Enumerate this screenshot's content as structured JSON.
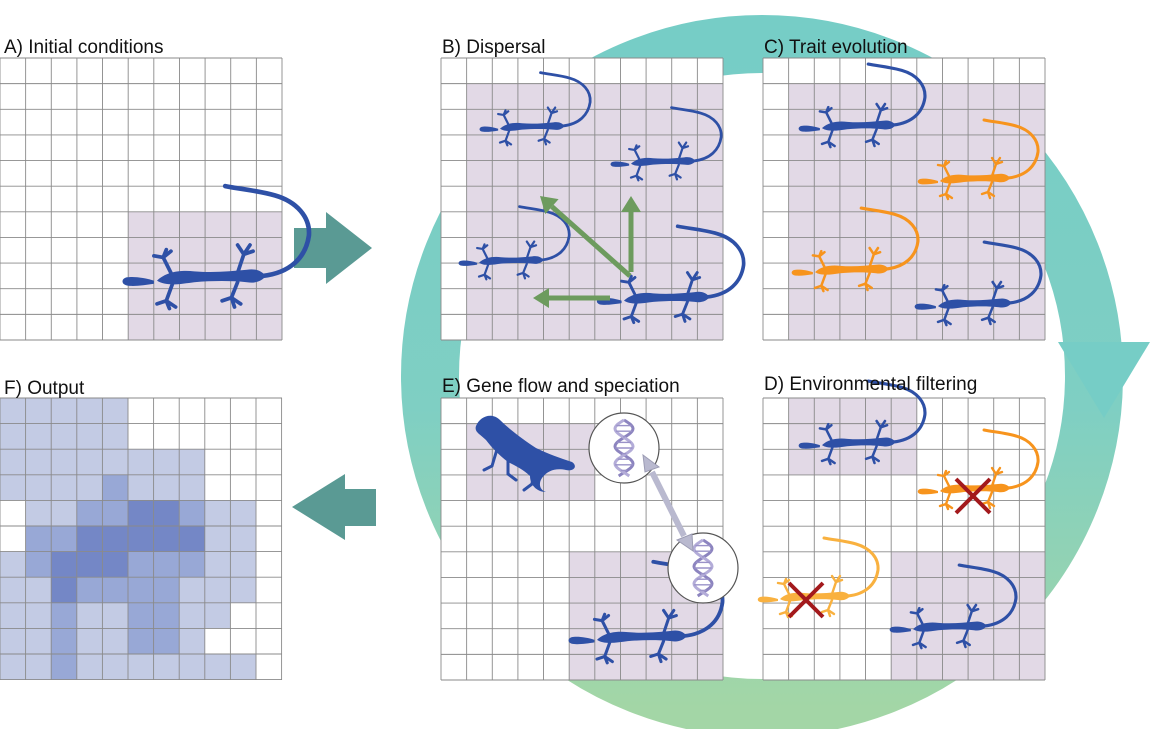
{
  "panels": [
    {
      "id": "A",
      "title": "A) Initial conditions"
    },
    {
      "id": "B",
      "title": "B) Dispersal"
    },
    {
      "id": "C",
      "title": "C) Trait evolution"
    },
    {
      "id": "D",
      "title": "D) Environmental filtering"
    },
    {
      "id": "E",
      "title": "E) Gene flow and speciation"
    },
    {
      "id": "F",
      "title": "F) Output"
    }
  ],
  "colors": {
    "cycle_teal": "#76cdc6",
    "cycle_green": "#a1d5a3",
    "transition_arrow": "#5a9a94",
    "occupied_cell": "#e2d9e6",
    "grid_line": "#8a8a8a",
    "lizard_blue": "#2e50a6",
    "lizard_orange": "#f7941d",
    "lizard_light_orange": "#f9b13f",
    "dispersal_arrow": "#6d9b5e",
    "exclusion_cross": "#a3191c",
    "dna_strand": "#8c84bf",
    "output_light": "#c3cbe4",
    "output_mid": "#98a8d6",
    "output_dark": "#7487c6",
    "output_darkest": "#5d73bb"
  },
  "output_map_levels": [
    [
      1,
      1,
      1,
      1,
      1,
      0,
      0,
      0,
      0,
      0
    ],
    [
      1,
      1,
      1,
      1,
      1,
      0,
      0,
      0,
      0,
      0
    ],
    [
      1,
      1,
      1,
      1,
      1,
      1,
      1,
      1,
      0,
      0
    ],
    [
      1,
      1,
      1,
      1,
      2,
      1,
      1,
      1,
      0,
      0
    ],
    [
      0,
      1,
      1,
      2,
      2,
      3,
      3,
      2,
      1,
      1
    ],
    [
      0,
      2,
      2,
      3,
      3,
      3,
      3,
      3,
      1,
      1
    ],
    [
      1,
      2,
      3,
      3,
      3,
      2,
      2,
      2,
      1,
      1
    ],
    [
      1,
      1,
      3,
      2,
      2,
      2,
      2,
      1,
      1,
      1
    ],
    [
      1,
      1,
      2,
      1,
      1,
      2,
      2,
      1,
      1,
      0
    ],
    [
      1,
      1,
      2,
      1,
      1,
      2,
      2,
      1,
      0,
      0
    ],
    [
      1,
      1,
      2,
      1,
      1,
      1,
      1,
      1,
      1,
      1
    ]
  ]
}
